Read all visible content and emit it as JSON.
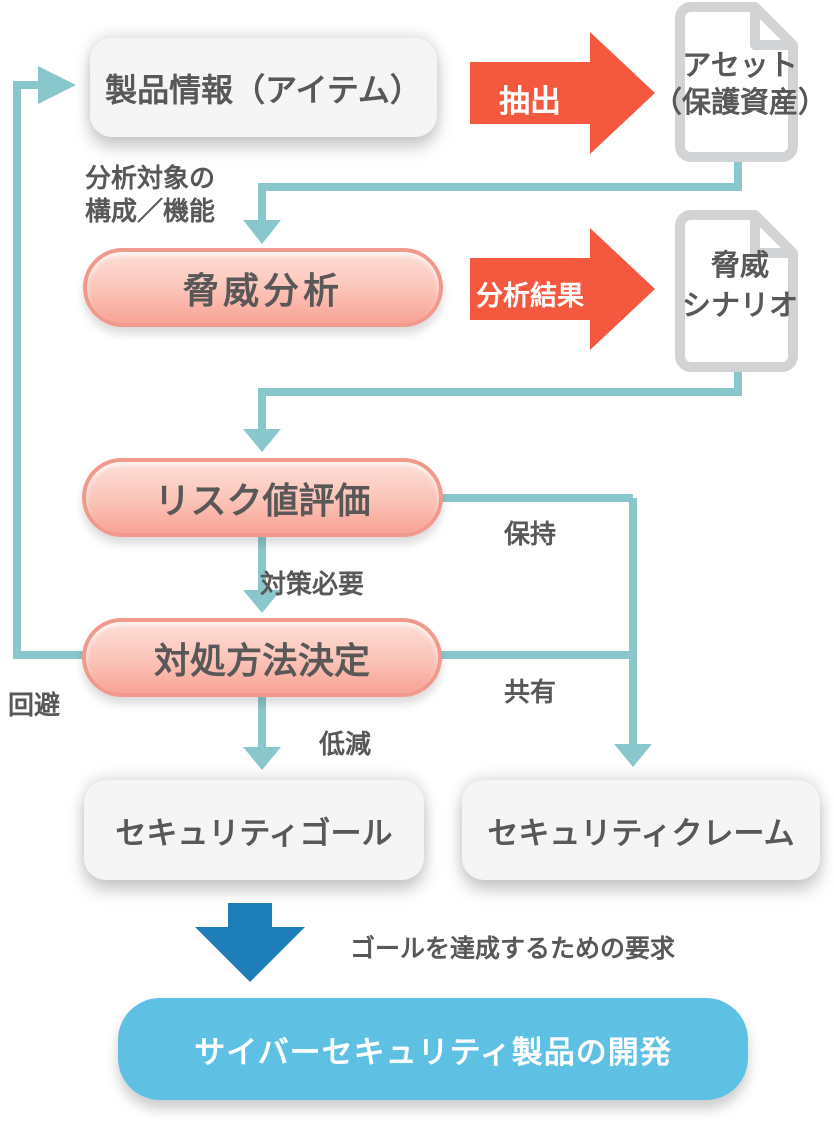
{
  "diagram": {
    "nodes": {
      "product_info": {
        "label": "製品情報（アイテム）"
      },
      "threat_analysis": {
        "label": "脅威分析"
      },
      "risk_evaluation": {
        "label": "リスク値評価"
      },
      "treatment_decision": {
        "label": "対処方法決定"
      },
      "security_goal": {
        "label": "セキュリティゴール"
      },
      "security_claim": {
        "label": "セキュリティクレーム"
      },
      "development": {
        "label": "サイバーセキュリティ製品の開発"
      }
    },
    "documents": {
      "asset": {
        "line1": "アセット",
        "line2": "（保護資産）"
      },
      "threat_scenario": {
        "line1": "脅威",
        "line2": "シナリオ"
      }
    },
    "labels": {
      "extract": "抽出",
      "analysis_result": "分析結果",
      "analysis_target_line1": "分析対象の",
      "analysis_target_line2": "構成／機能",
      "retain": "保持",
      "countermeasure_needed": "対策必要",
      "share": "共有",
      "avoid": "回避",
      "reduce": "低減",
      "goal_requirement": "ゴールを達成するための要求"
    },
    "colors": {
      "teal_connector": "#8ac7cd",
      "red_arrow": "#f4593f",
      "pink_fill_top": "#fcdfd8",
      "pink_fill_bottom": "#f7a294",
      "pink_border": "#f0998c",
      "neutral_box": "#f4f5f4",
      "document_gray": "#d2d3d5",
      "blue_arrow": "#1d7eb9",
      "blue_box": "#5ec1e4",
      "text": "#595757"
    }
  }
}
